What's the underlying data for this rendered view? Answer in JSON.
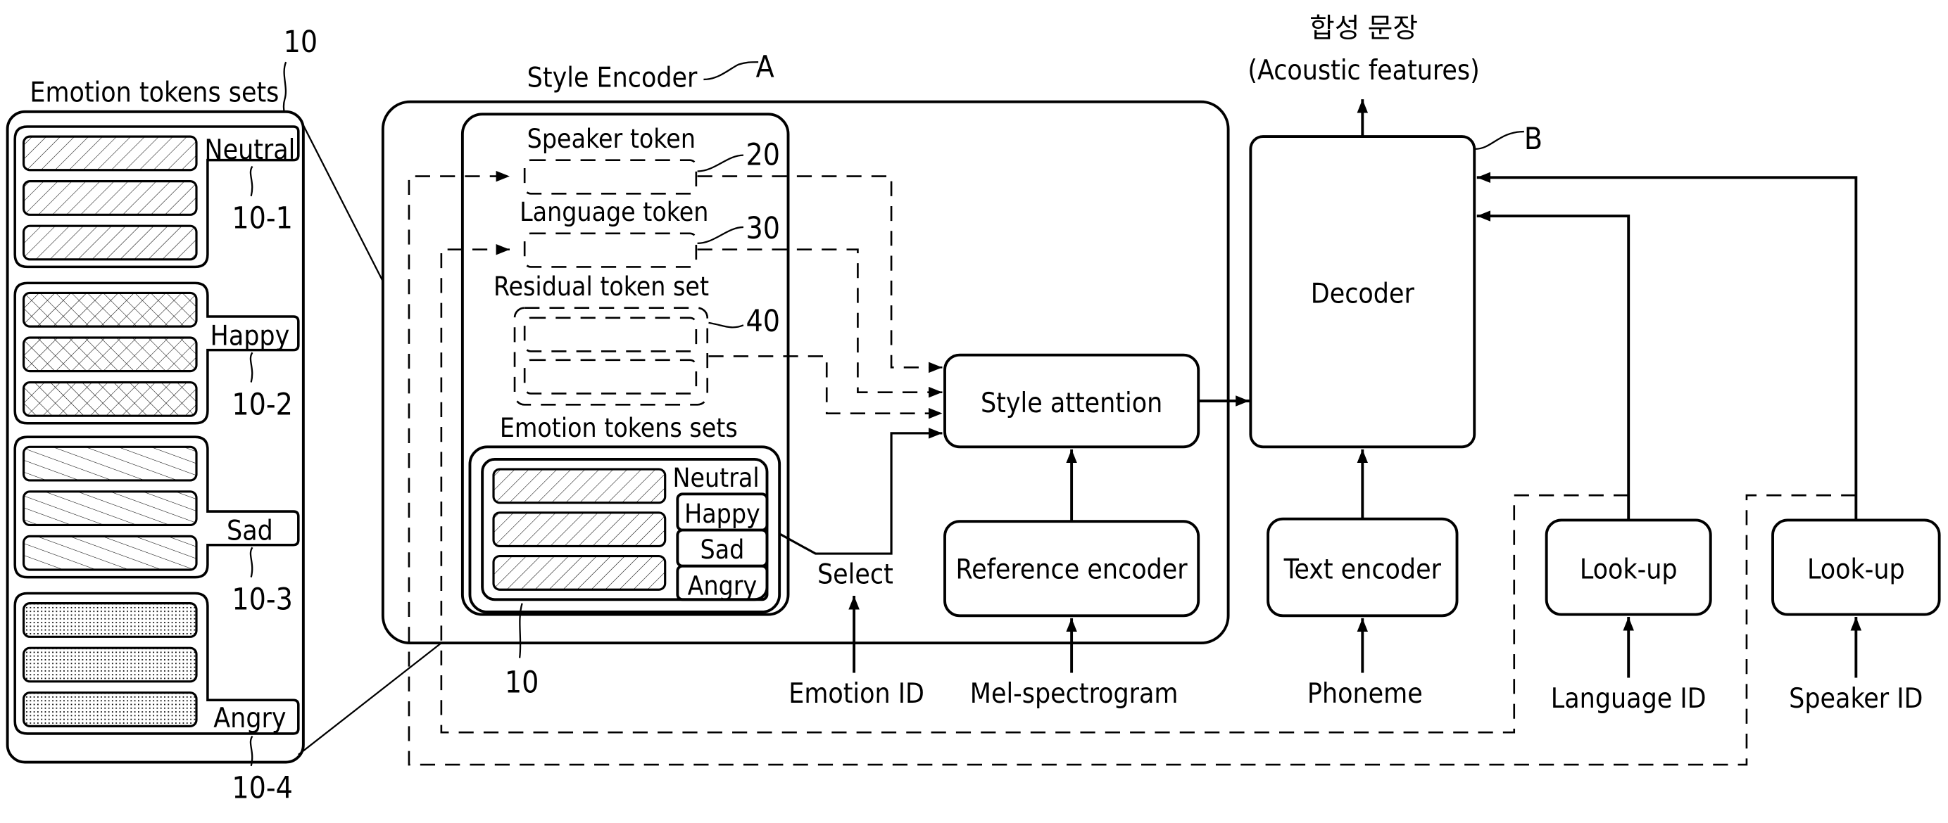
{
  "output": {
    "korean_title": "합성 문장",
    "english_title": "(Acoustic features)"
  },
  "style_encoder": {
    "label": "Style Encoder",
    "ref": "A",
    "speaker_token": {
      "label": "Speaker token",
      "ref": "20"
    },
    "language_token": {
      "label": "Language token",
      "ref": "30"
    },
    "residual_token_set": {
      "label": "Residual token set",
      "ref": "40"
    },
    "emotion_tokens_sets": {
      "label": "Emotion tokens sets",
      "ref": "10",
      "tags": [
        "Neutral",
        "Happy",
        "Sad",
        "Angry"
      ]
    },
    "style_attention": "Style attention",
    "reference_encoder": "Reference encoder",
    "select_label": "Select"
  },
  "emotion_panel": {
    "title": "Emotion tokens sets",
    "ref": "10",
    "groups": [
      {
        "label": "Neutral",
        "ref": "10-1",
        "pattern": "diagonal-forward"
      },
      {
        "label": "Happy",
        "ref": "10-2",
        "pattern": "crosshatch"
      },
      {
        "label": "Sad",
        "ref": "10-3",
        "pattern": "diagonal-backward"
      },
      {
        "label": "Angry",
        "ref": "10-4",
        "pattern": "dots"
      }
    ]
  },
  "decoder": {
    "label": "Decoder",
    "ref": "B"
  },
  "text_encoder": "Text encoder",
  "lookups": [
    {
      "label": "Look-up",
      "input": "Language ID"
    },
    {
      "label": "Look-up",
      "input": "Speaker ID"
    }
  ],
  "inputs": {
    "emotion_id": "Emotion ID",
    "mel_spectrogram": "Mel-spectrogram",
    "phoneme": "Phoneme"
  }
}
